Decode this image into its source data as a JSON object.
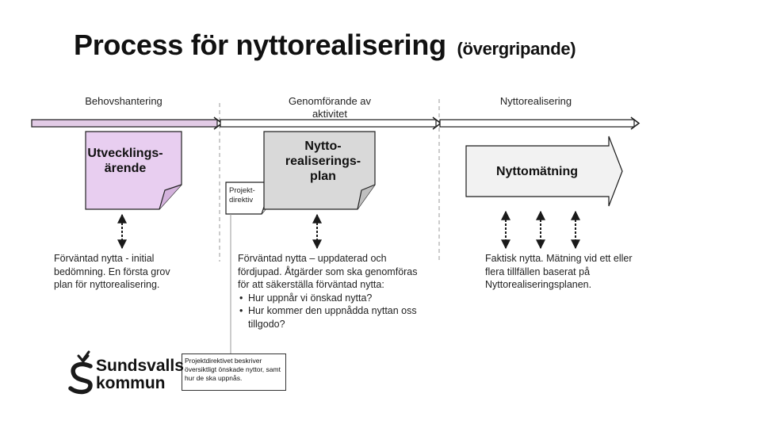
{
  "title": {
    "main": "Process för nyttorealisering",
    "sub": "(övergripande)"
  },
  "phases": [
    {
      "label": "Behovshantering"
    },
    {
      "label": "Genomförande av aktivitet"
    },
    {
      "label": "Nyttorealisering"
    }
  ],
  "boxes": {
    "utvecklingsarende": "Utvecklings-ärende",
    "nyttorealiseringsplan": "Nytto-realiserings-plan",
    "projektdirektiv": "Projekt-direktiv",
    "nyttomatning": "Nyttomätning"
  },
  "descriptions": {
    "left": "Förväntad nytta - initial bedömning. En första grov plan för nyttorealisering.",
    "middle_intro": "Förväntad nytta – uppdaterad och fördjupad. Åtgärder som ska genomföras för att säkerställa förväntad nytta:",
    "middle_bullets": [
      "Hur uppnår vi önskad nytta?",
      "Hur kommer den uppnådda nyttan oss tillgodo?"
    ],
    "right": "Faktisk nytta. Mätning vid ett eller flera tillfällen baserat på Nyttorealiseringsplanen."
  },
  "note": "Projektdirektivet beskriver översiktligt önskade nyttor, samt hur de ska uppnås.",
  "logo": {
    "line1": "Sundsvalls",
    "line2": "kommun"
  },
  "colors": {
    "phase_bar_fill": "#e2cbe6",
    "utveckling_fill": "#e8cef0",
    "plan_fill": "#d9d9d9",
    "arrow_fill": "#f2f2f2",
    "stroke": "#1a1a1a"
  }
}
